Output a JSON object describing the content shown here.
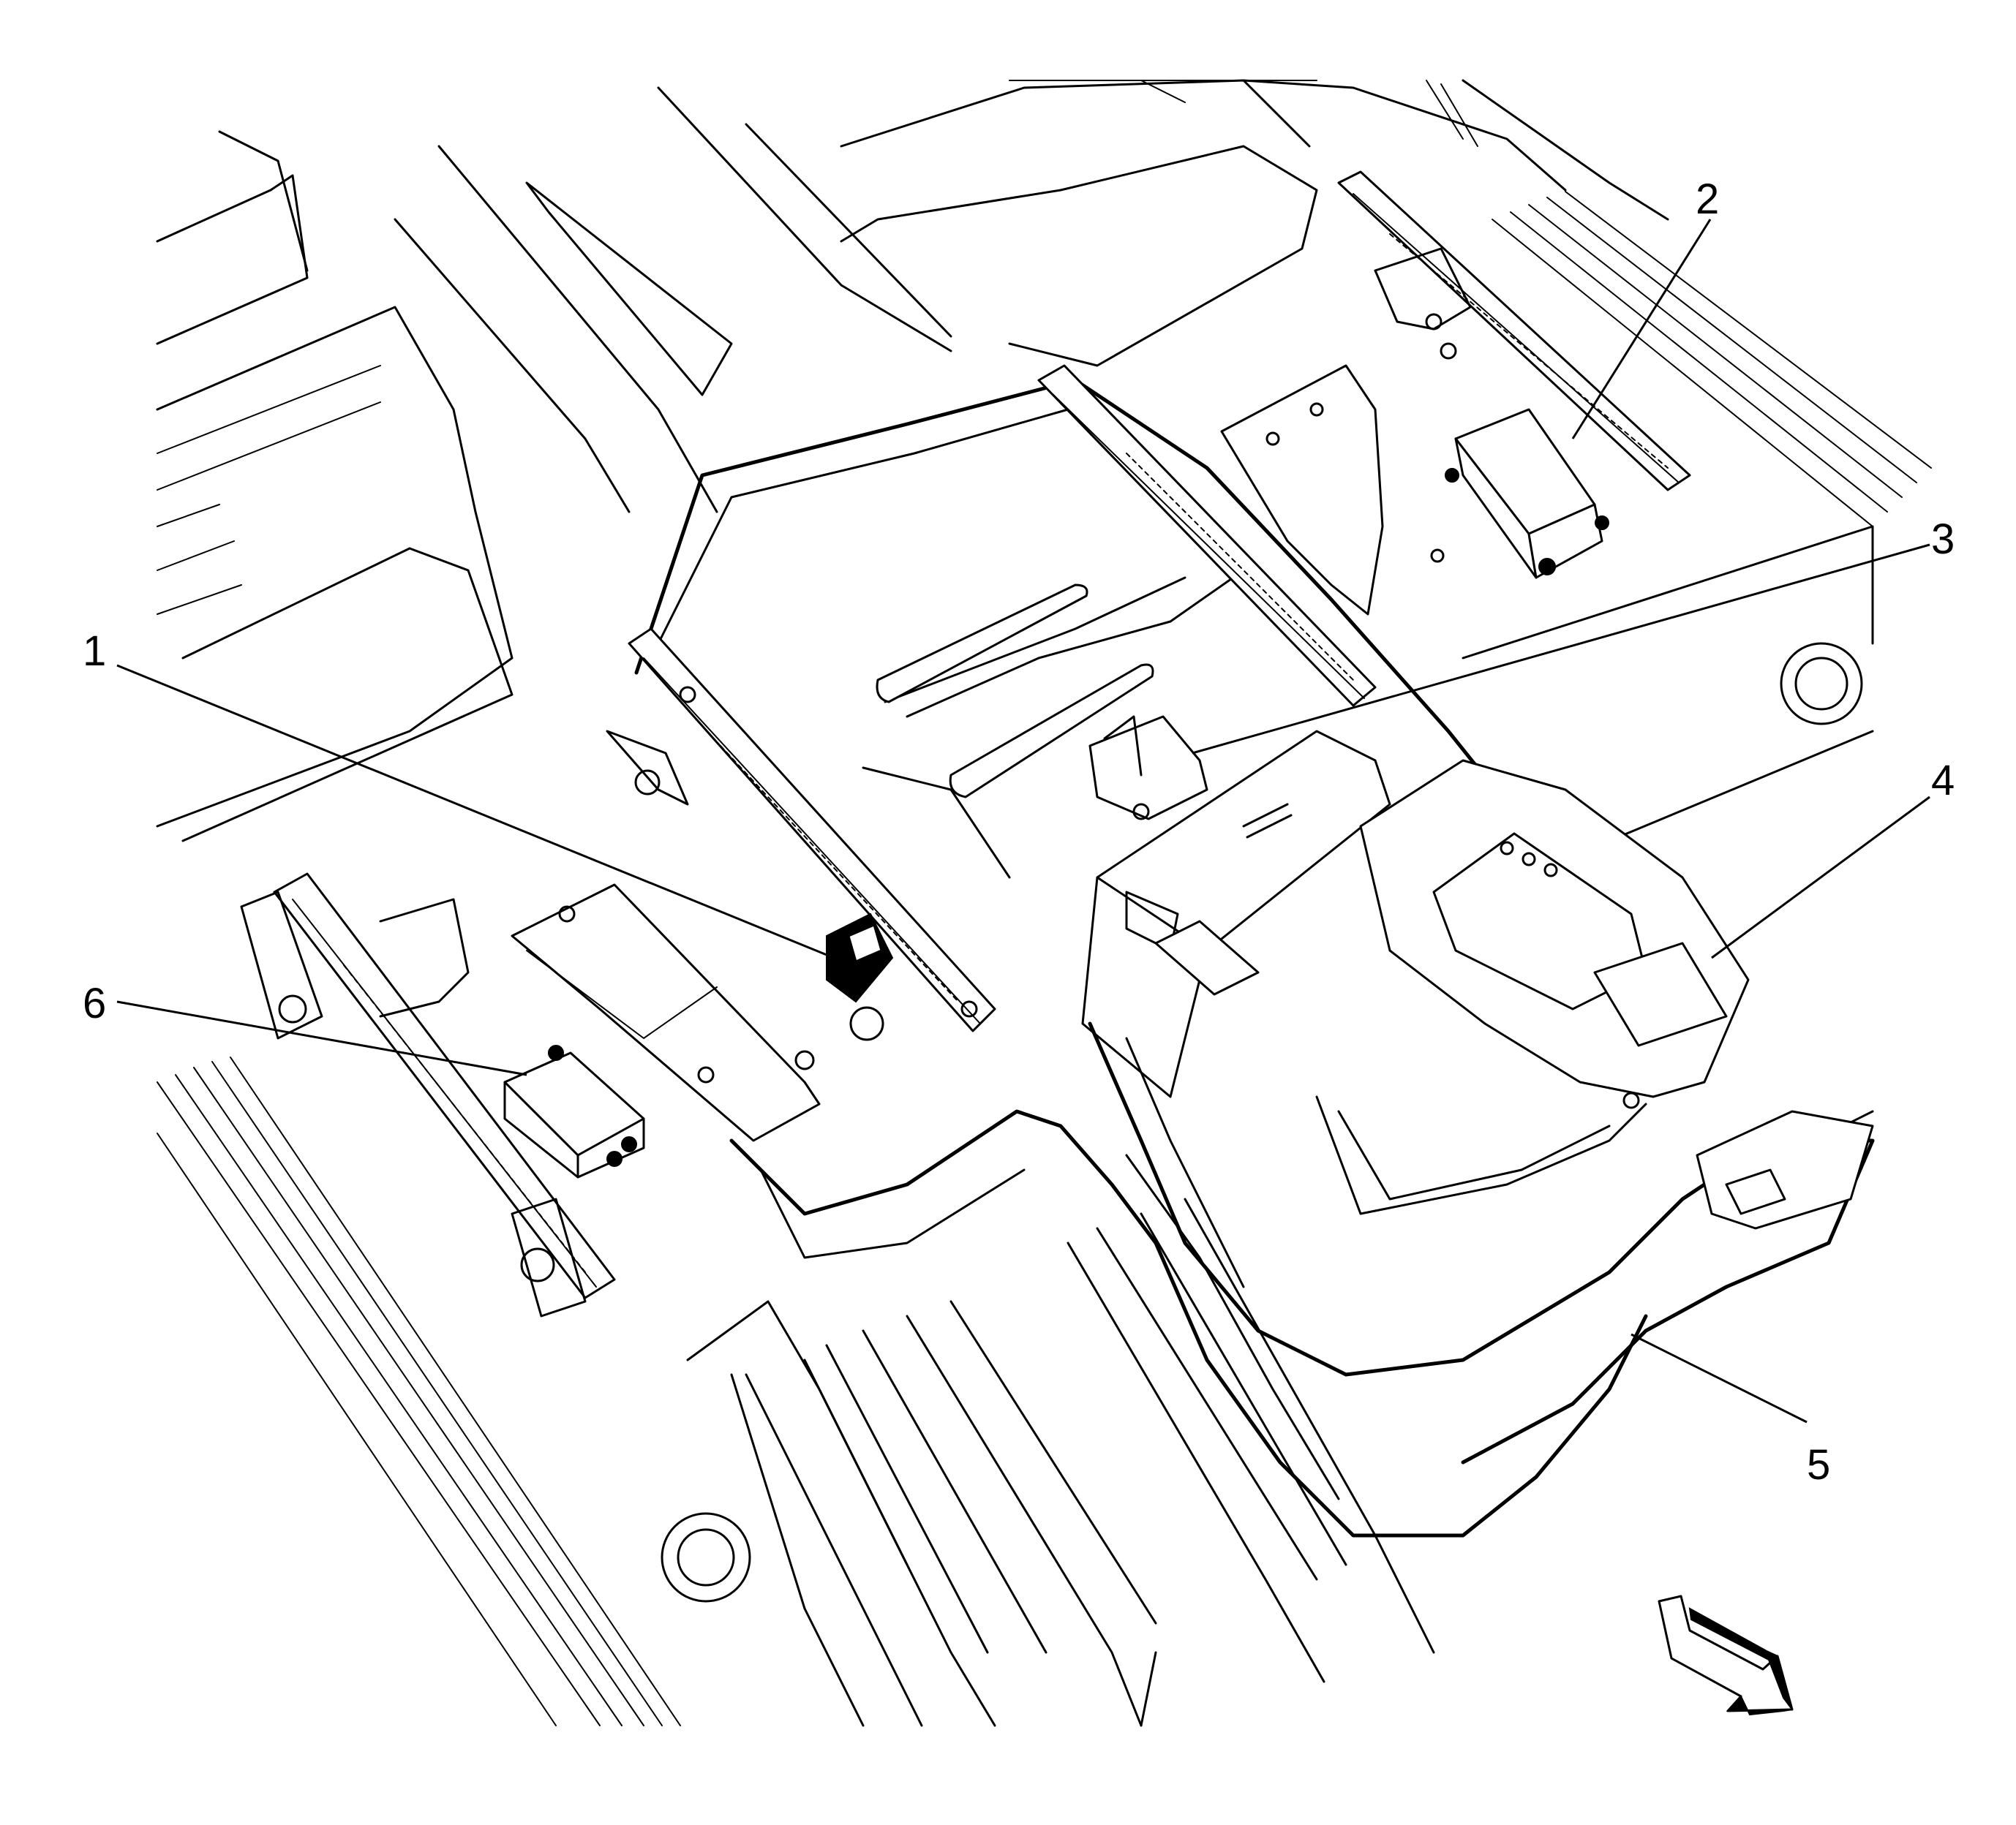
{
  "callouts": [
    {
      "id": "1",
      "label": "1"
    },
    {
      "id": "2",
      "label": "2"
    },
    {
      "id": "3",
      "label": "3"
    },
    {
      "id": "4",
      "label": "4"
    },
    {
      "id": "5",
      "label": "5"
    },
    {
      "id": "6",
      "label": "6"
    }
  ],
  "orientation_arrow": {
    "icon": "forward-direction-arrow-icon"
  },
  "colors": {
    "line": "#000000",
    "background": "#ffffff"
  }
}
